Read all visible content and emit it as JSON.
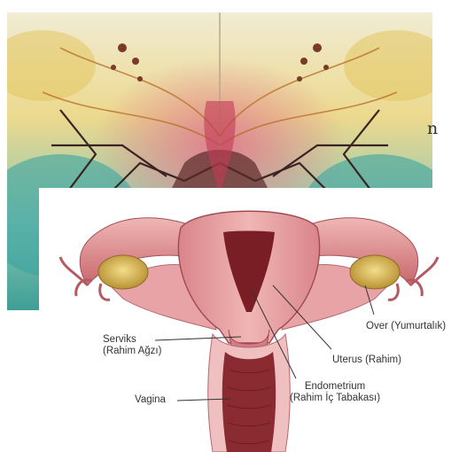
{
  "stray_text": "n",
  "labels": {
    "serviks_line1": "Serviks",
    "serviks_line2": "(Rahim Ağzı)",
    "over": "Over (Yumurtalık)",
    "uterus": "Uterus (Rahim)",
    "vagina": "Vagina",
    "endometrium_line1": "Endometrium",
    "endometrium_line2": "(Rahim İç Tabakası)"
  },
  "colors": {
    "painting_teal": "#4bb3a8",
    "painting_yellow": "#e6d27a",
    "painting_red": "#c8466a",
    "painting_dark": "#4a2a2a",
    "uterus_pink": "#e5a3a3",
    "uterus_dark": "#7a1e26",
    "ovary_yellow": "#d9b95a"
  }
}
